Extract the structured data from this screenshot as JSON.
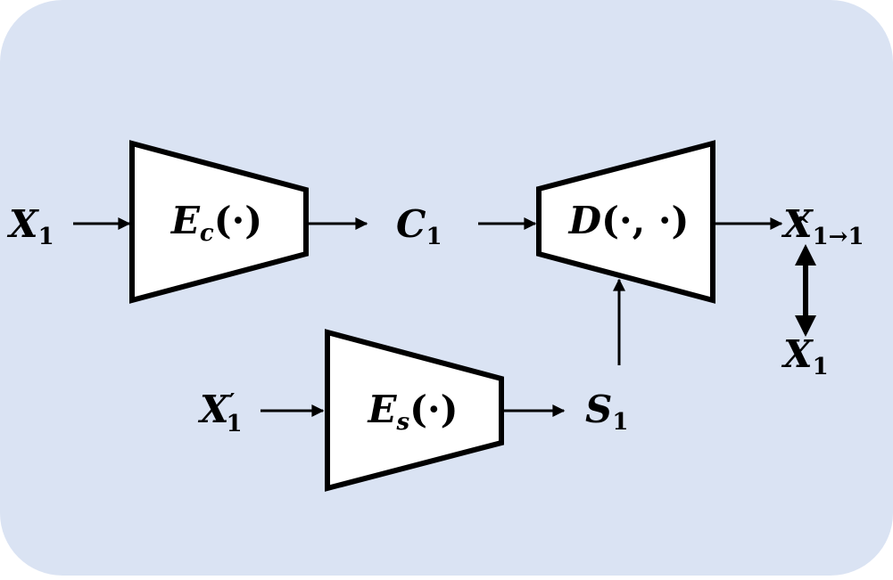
{
  "diagram": {
    "background_color": "#dae3f3",
    "blocks": {
      "content_encoder": {
        "symbol": "E",
        "subscript": "c",
        "args": "(·)"
      },
      "style_encoder": {
        "symbol": "E",
        "subscript": "s",
        "args": "(·)"
      },
      "decoder": {
        "symbol": "D",
        "args": "(·, ·)"
      }
    },
    "variables": {
      "input": {
        "symbol": "X",
        "subscript": "1"
      },
      "input_prime": {
        "symbol": "X",
        "prime": "′",
        "subscript": "1"
      },
      "content_code": {
        "symbol": "C",
        "subscript": "1"
      },
      "style_code": {
        "symbol": "S",
        "subscript": "1"
      },
      "reconstruction": {
        "symbol": "X",
        "hat": "^",
        "subscript": "1→1"
      },
      "target": {
        "symbol": "X",
        "subscript": "1"
      }
    }
  }
}
